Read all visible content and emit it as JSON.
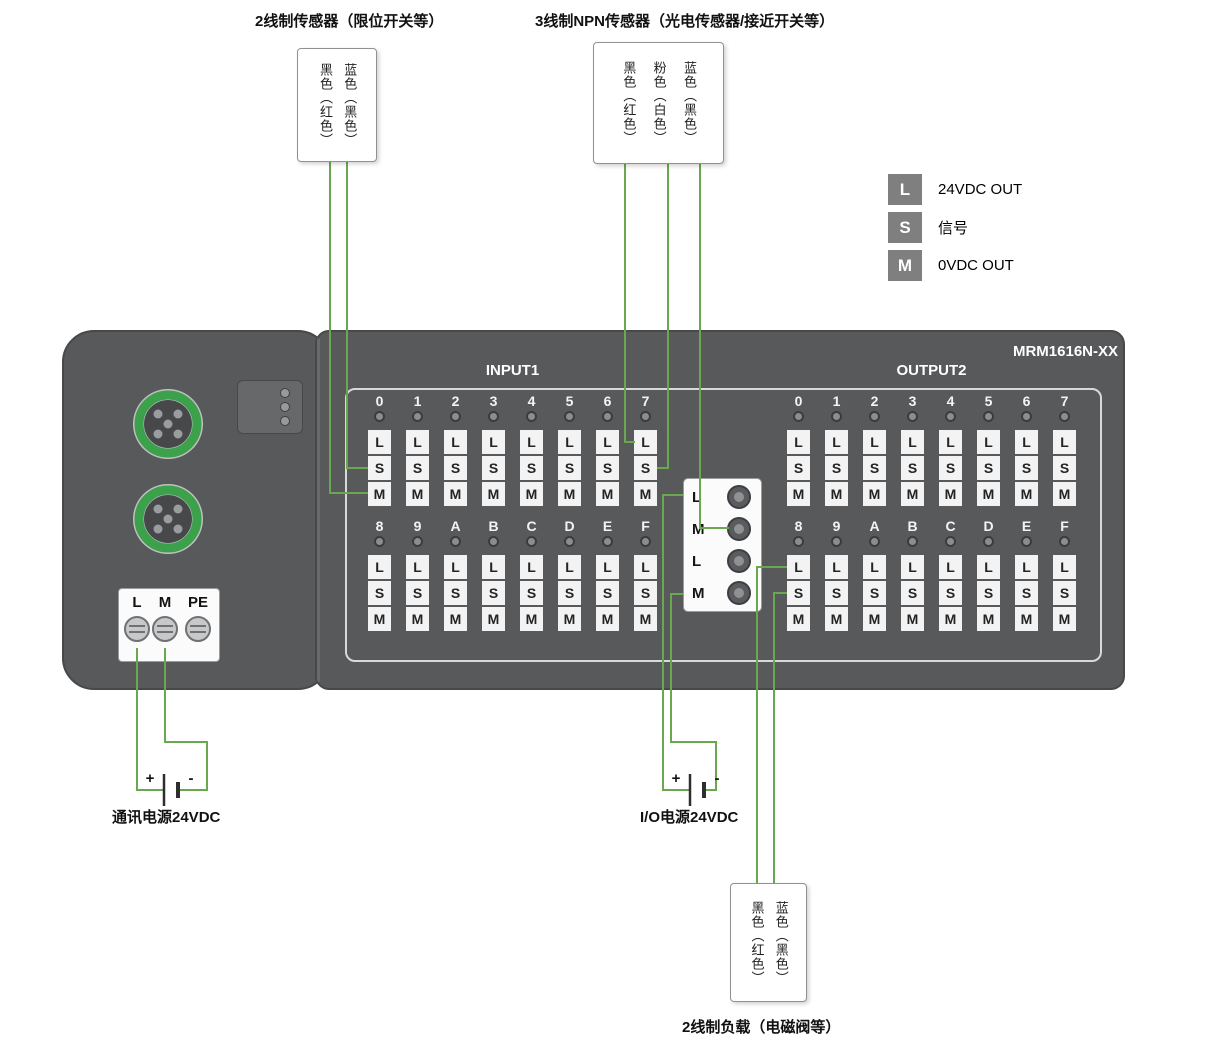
{
  "title_labels": {
    "sensor2": "2线制传感器（限位开关等）",
    "sensor3": "3线制NPN传感器（光电传感器/接近开关等）",
    "load": "2线制负载（电磁阀等）"
  },
  "wire_boxes": {
    "sensor2": [
      "黑色（红色）",
      "蓝色（黑色）"
    ],
    "sensor3": [
      "黑色（红色）",
      "粉色（白色）",
      "蓝色（黑色）"
    ],
    "load": [
      "黑色（红色）",
      "蓝色（黑色）"
    ]
  },
  "legend": [
    {
      "key": "L",
      "text": "24VDC OUT"
    },
    {
      "key": "S",
      "text": "信号"
    },
    {
      "key": "M",
      "text": "0VDC OUT"
    }
  ],
  "device": {
    "model": "MRM1616N-XX",
    "input_header": "INPUT1",
    "output_header": "OUTPUT2",
    "row1_channels": [
      "0",
      "1",
      "2",
      "3",
      "4",
      "5",
      "6",
      "7"
    ],
    "row2_channels": [
      "8",
      "9",
      "A",
      "B",
      "C",
      "D",
      "E",
      "F"
    ],
    "terminal_labels": [
      "L",
      "S",
      "M"
    ],
    "comm_terminals": [
      "L",
      "M",
      "PE"
    ],
    "mid_connector_labels": [
      "L",
      "M",
      "L",
      "M"
    ]
  },
  "power": {
    "comm_label": "通讯电源24VDC",
    "io_label": "I/O电源24VDC",
    "plus": "+",
    "minus": "-"
  },
  "colors": {
    "wire": "#6aa84f",
    "device_body": "#58595b",
    "legend_square": "#7f7f7f",
    "connector_ring": "#3da04b"
  }
}
